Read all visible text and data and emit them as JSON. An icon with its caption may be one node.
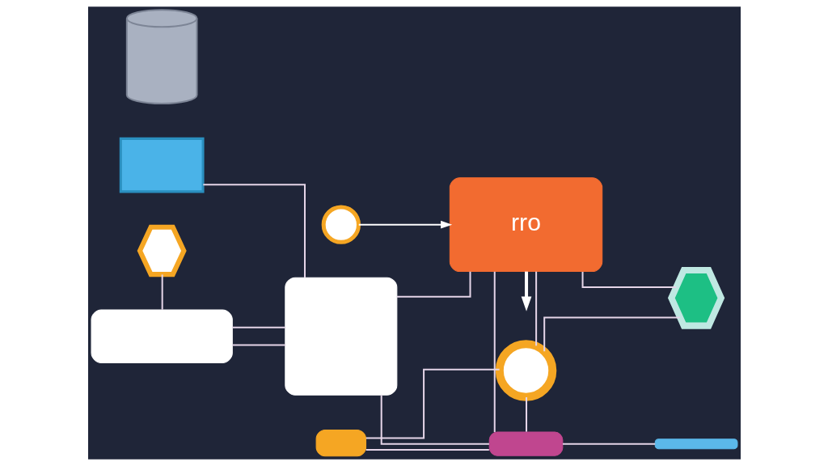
{
  "diagram": {
    "nodes": [
      {
        "text": [],
        "shape": "hexagon"
      },
      {
        "text": [],
        "shape": "box"
      },
      {
        "text": [],
        "shape": "circle"
      },
      {
        "text": [
          "rro"
        ]
      },
      {
        "text": [],
        "shape": "hexagon"
      },
      {
        "text": [],
        "shape": "box"
      },
      {
        "text": [],
        "shape": "cylinder"
      },
      {
        "text": [],
        "shape": "box"
      },
      {
        "text": [],
        "shape": "box"
      },
      {
        "text": [],
        "shape": "circle"
      },
      {
        "text": [],
        "shape": "box"
      },
      {
        "text": [],
        "shape": "bar"
      }
    ],
    "edges": [
      {
        "from": 0,
        "to": 1,
        "arrow": "none"
      },
      {
        "from": 1,
        "to": 5,
        "arrow": "none"
      },
      {
        "from": 1,
        "to": 5,
        "arrow": "none"
      },
      {
        "from": 5,
        "to": 3,
        "arrow": "none"
      },
      {
        "from": 2,
        "to": 3,
        "arrow": "to",
        "color": "#ffffff"
      },
      {
        "from": 3,
        "to": 4,
        "arrow": "none"
      },
      {
        "from": 3,
        "to": null,
        "arrow": "to",
        "style": "thick",
        "color": "#ffffff"
      },
      {
        "from": 3,
        "to": 9,
        "arrow": "none"
      },
      {
        "from": 3,
        "to": 10,
        "arrow": "none"
      },
      {
        "from": 4,
        "to": 9,
        "arrow": "none"
      },
      {
        "from": 8,
        "to": 9,
        "arrow": "none"
      },
      {
        "from": 8,
        "to": 10,
        "arrow": "none"
      },
      {
        "from": 9,
        "to": 10,
        "arrow": "none"
      },
      {
        "from": 5,
        "to": 10,
        "arrow": "none"
      },
      {
        "from": 7,
        "to": 5,
        "arrow": "none"
      },
      {
        "from": 10,
        "to": 11,
        "arrow": "none"
      }
    ]
  }
}
